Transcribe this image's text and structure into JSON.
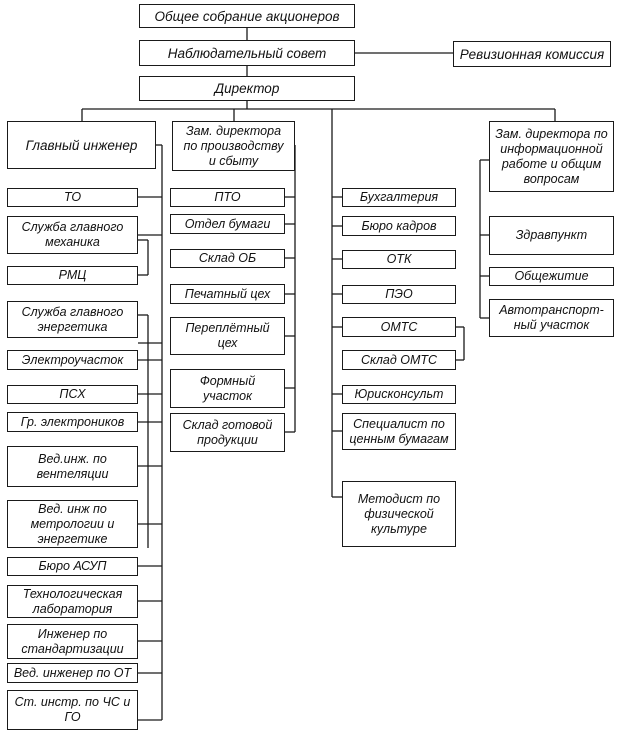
{
  "nodes": {
    "shareholders_meeting": "Общее собрание акционеров",
    "supervisory_board": "Наблюдательный совет",
    "audit_commission": "Ревизионная комиссия",
    "director": "Директор",
    "chief_engineer": "Главный инженер",
    "to": "ТО",
    "chief_mechanic_service": "Служба главного\nмеханика",
    "rmts": "РМЦ",
    "chief_power_engineer_service": "Служба главного\nэнергетика",
    "electrical_section": "Электроучасток",
    "psh": "ПСХ",
    "electronics_group": "Гр. электроников",
    "ventilation_engineer": "Вед.инж. по\nвентеляции",
    "metrology_engineer": "Вед. инж по\nметрологии и\nэнергетике",
    "asup_bureau": "Бюро АСУП",
    "tech_lab": "Технологическая\nлаборатория",
    "standardization_engineer": "Инженер по\nстандартизации",
    "safety_engineer": "Вед. инженер по ОТ",
    "civil_defense_instructor": "Ст. инстр. по ЧС и\nГО",
    "deputy_production": "Зам. директора\nпо производству\nи сбыту",
    "pto": "ПТО",
    "paper_department": "Отдел бумаги",
    "ob_warehouse": "Склад ОБ",
    "printing_shop": "Печатный цех",
    "binding_shop": "Переплётный\nцех",
    "form_section": "Формный\nучасток",
    "finished_goods_warehouse": "Склад готовой\nпродукции",
    "accounting": "Бухгалтерия",
    "hr_bureau": "Бюро кадров",
    "otk": "ОТК",
    "peo": "ПЭО",
    "omts": "ОМТС",
    "omts_warehouse": "Склад ОМТС",
    "legal_adviser": "Юрисконсульт",
    "securities_specialist": "Специалист по\nценным бумагам",
    "physical_culture_methodist": "Методист по\nфизической\nкультуре",
    "deputy_info": "Зам. директора по\nинформационной\nработе и общим\nвопросам",
    "health_center": "Здравпункт",
    "dormitory": "Общежитие",
    "transport_section": "Автотранспорт-\nный участок"
  }
}
